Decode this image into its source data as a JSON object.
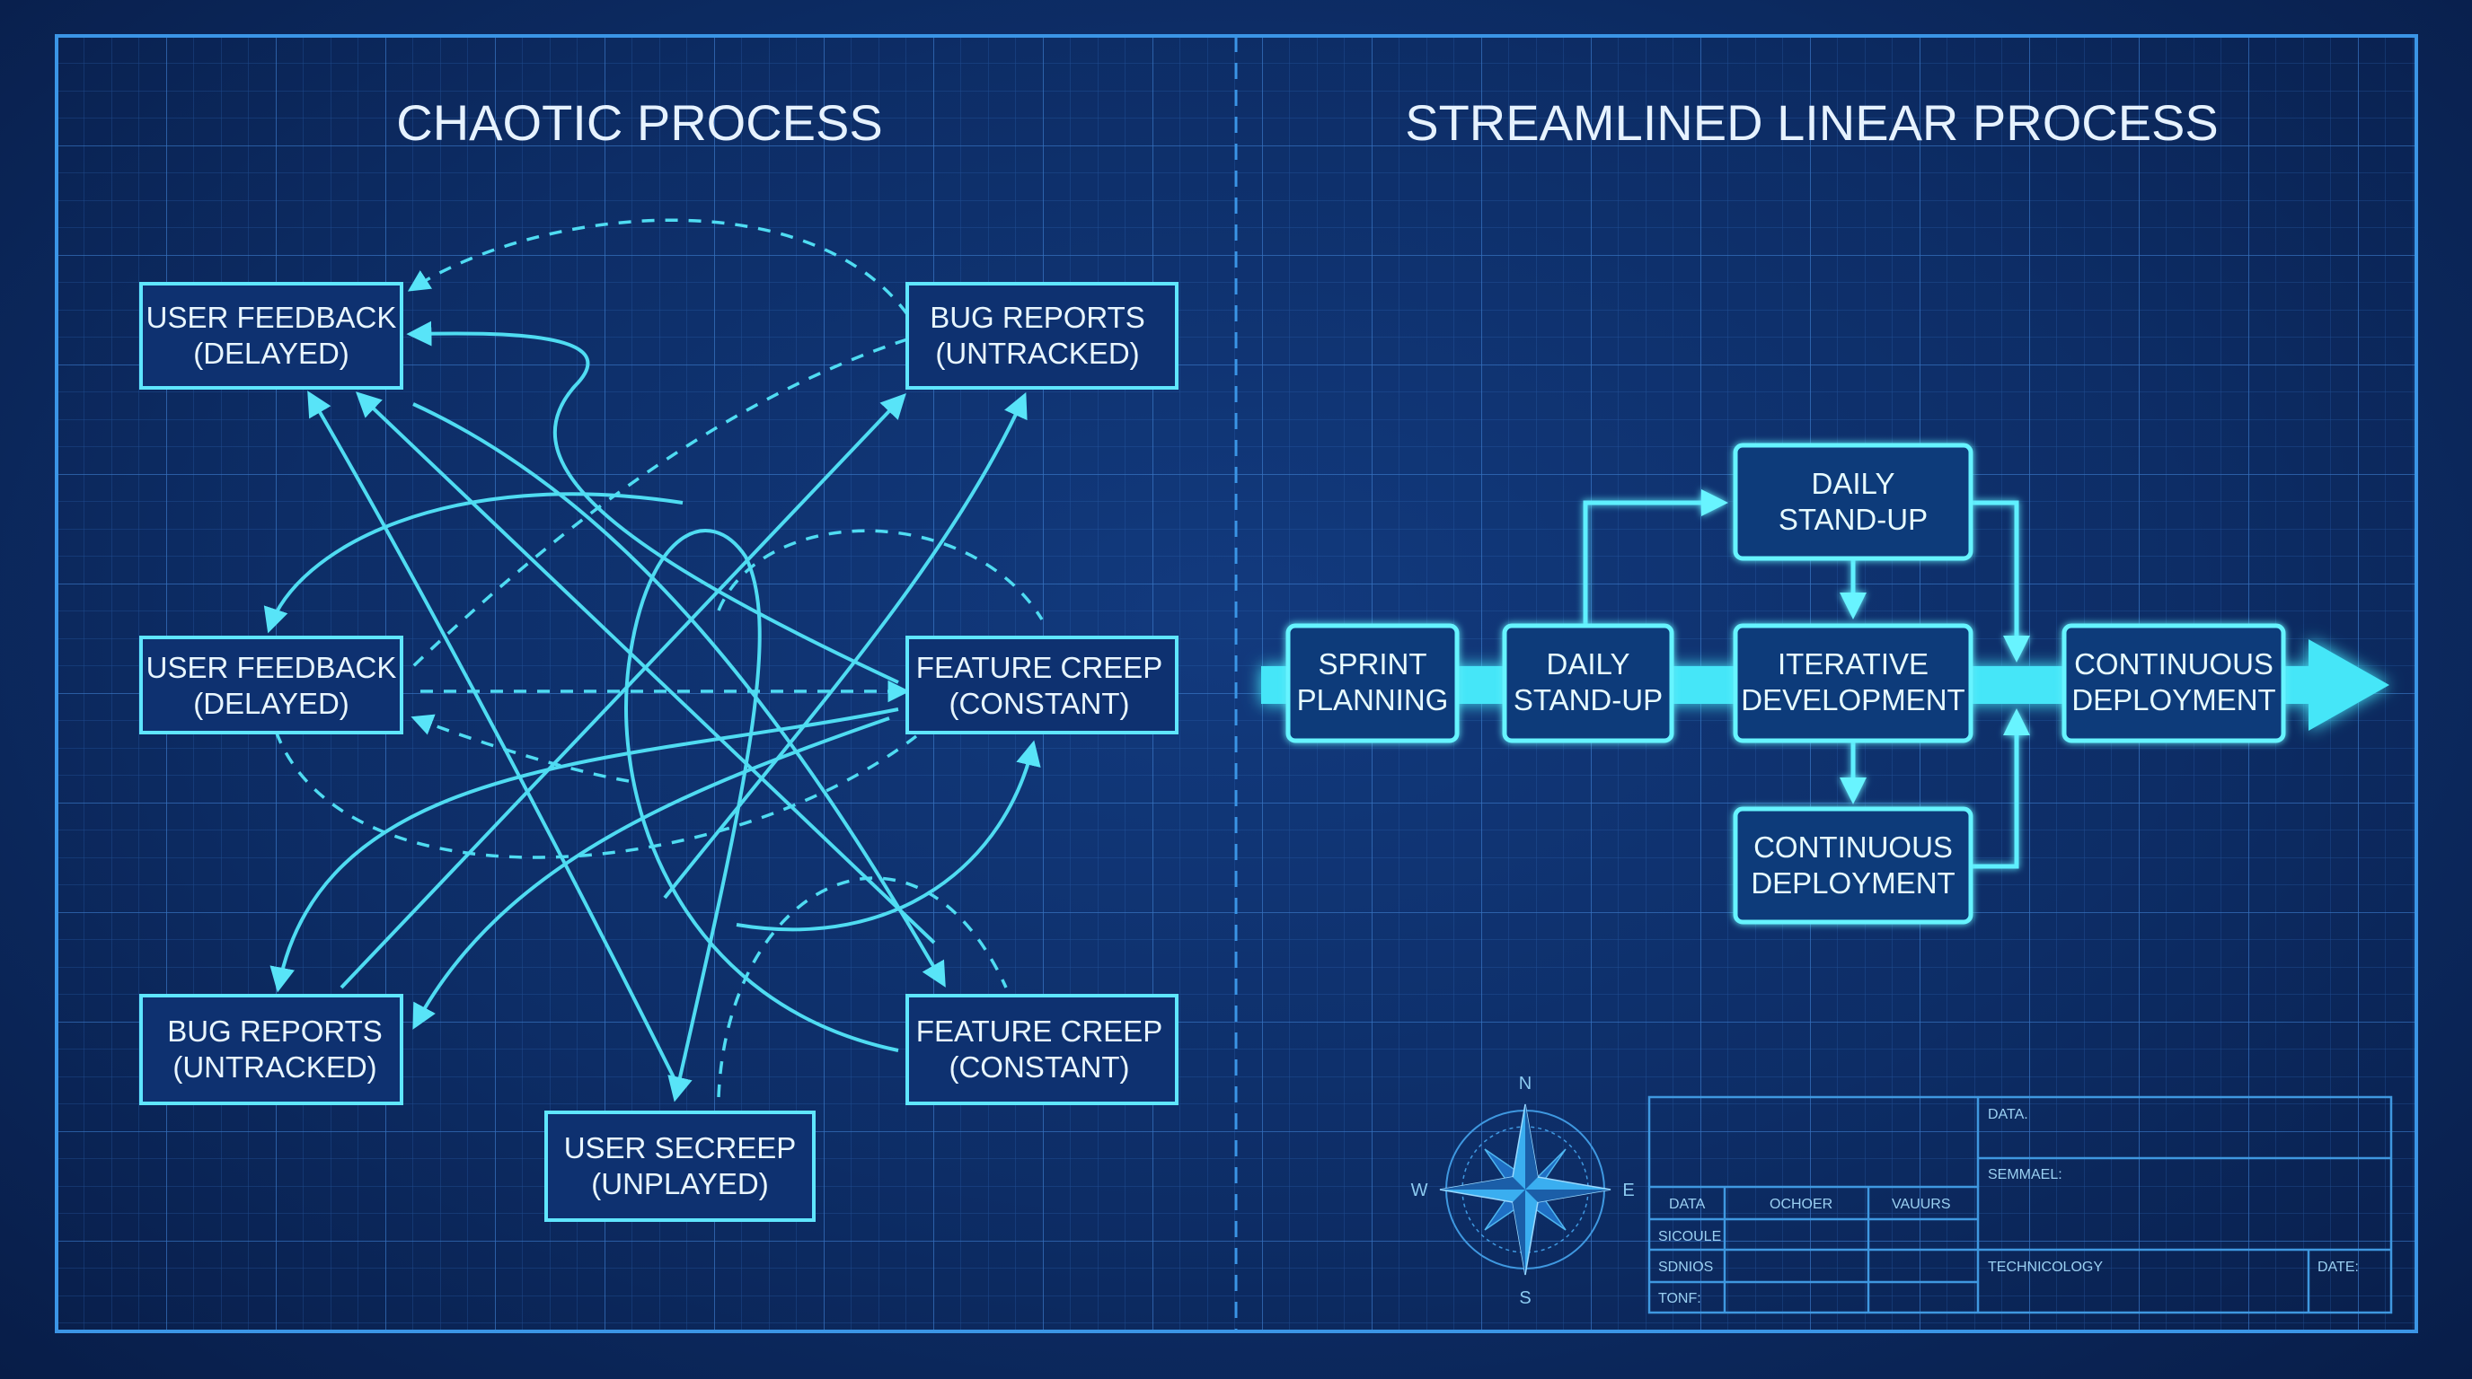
{
  "left_panel": {
    "title": "CHAOTIC PROCESS",
    "boxes": [
      {
        "line1": "USER FEEDBACK",
        "line2": "(DELAYED)"
      },
      {
        "line1": "BUG REPORTS",
        "line2": "(UNTRACKED)"
      },
      {
        "line1": "USER FEEDBACK",
        "line2": "(DELAYED)"
      },
      {
        "line1": "FEATURE CREEP",
        "line2": "(CONSTANT)"
      },
      {
        "line1": "BUG REPORTS",
        "line2": "(UNTRACKED)"
      },
      {
        "line1": "FEATURE CREEP",
        "line2": "(CONSTANT)"
      },
      {
        "line1": "USER SECREEP",
        "line2": "(UNPLAYED)"
      }
    ]
  },
  "right_panel": {
    "title": "STREAMLINED LINEAR PROCESS",
    "nodes": {
      "sprint_planning": {
        "line1": "SPRINT",
        "line2": "PLANNING"
      },
      "daily_standup_main": {
        "line1": "DAILY",
        "line2": "STAND-UP"
      },
      "daily_standup_top": {
        "line1": "DAILY",
        "line2": "STAND-UP"
      },
      "iterative_development": {
        "line1": "ITERATIVE",
        "line2": "DEVELOPMENT"
      },
      "continuous_deployment_bottom": {
        "line1": "CONTINUOUS",
        "line2": "DEPLOYMENT"
      },
      "continuous_deployment_final": {
        "line1": "CONTINUOUS",
        "line2": "DEPLOYMENT"
      }
    }
  },
  "title_block": {
    "data_label": "DATA.",
    "semmael_label": "SEMMAEL:",
    "col_headers": [
      "DATA",
      "OCHOER",
      "VAUURS"
    ],
    "row_labels": [
      "SICOULE",
      "SDNIOS",
      "TONF:"
    ],
    "technicology_label": "TECHNICOLOGY",
    "date_label": "DATE:"
  },
  "compass": {
    "n": "N",
    "e": "E",
    "s": "S",
    "w": "W"
  },
  "colors": {
    "background": "#0d2d66",
    "grid": "#2f6cc0",
    "chaos_line": "#4fdcf2",
    "glow": "#5ff0ff"
  }
}
